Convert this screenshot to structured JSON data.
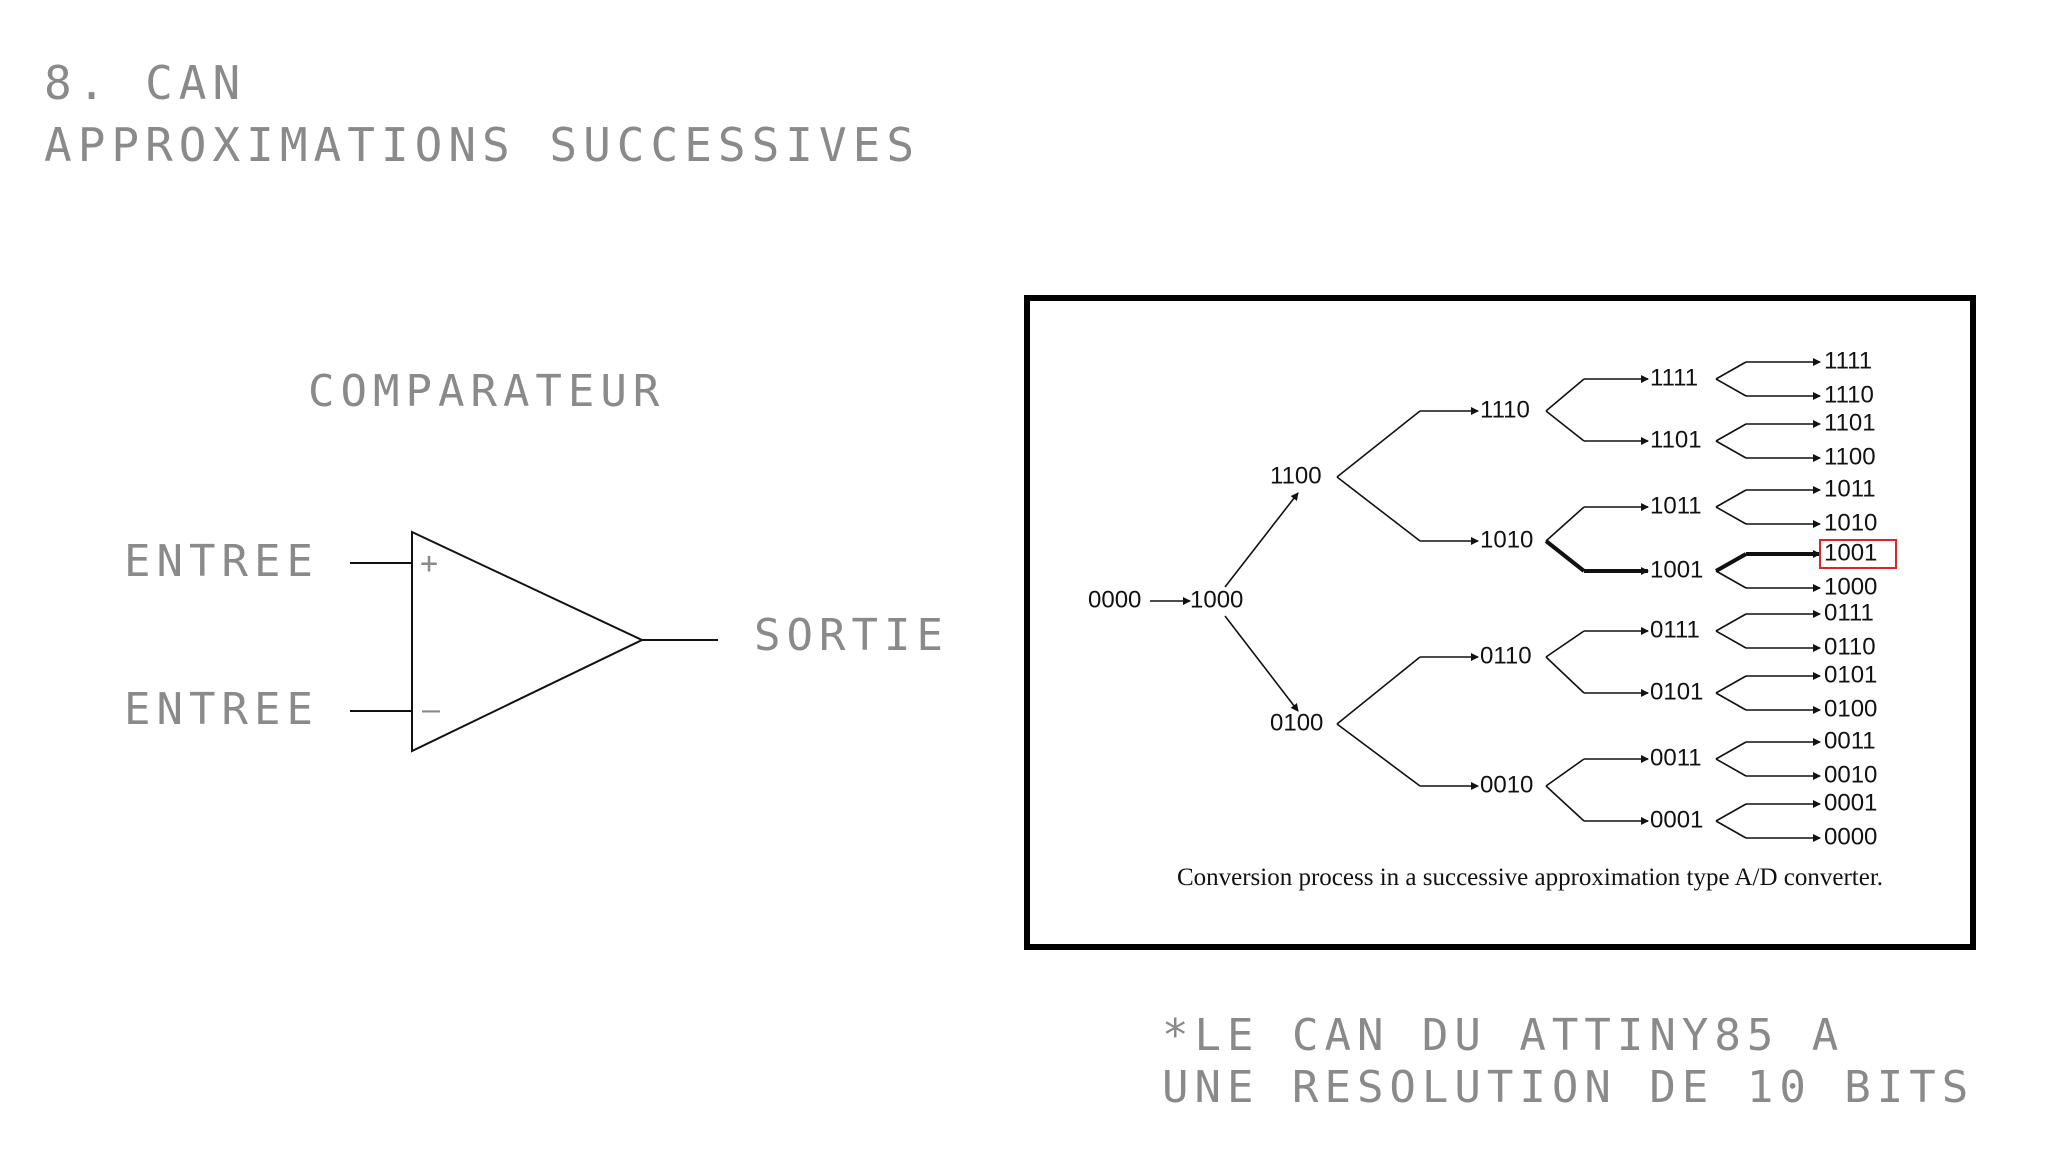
{
  "title": {
    "line1": "8. CAN",
    "line2": "APPROXIMATIONS SUCCESSIVES"
  },
  "comparator": {
    "label": "COMPARATEUR",
    "input_plus_label": "ENTREE",
    "input_minus_label": "ENTREE",
    "plus_sign": "+",
    "minus_sign": "–",
    "output_label": "SORTIE"
  },
  "figure": {
    "caption": "Conversion process in a successive approximation type A/D converter.",
    "start_node": "0000",
    "level1": [
      "1000"
    ],
    "level2": [
      "1100",
      "0100"
    ],
    "level3": [
      "1110",
      "1010",
      "0110",
      "0010"
    ],
    "level4": [
      "1111",
      "1101",
      "1011",
      "1001",
      "0111",
      "0101",
      "0011",
      "0001"
    ],
    "level5": [
      "1111",
      "1110",
      "1101",
      "1100",
      "1011",
      "1010",
      "1001",
      "1000",
      "0111",
      "0110",
      "0101",
      "0100",
      "0011",
      "0010",
      "0001",
      "0000"
    ],
    "highlighted_result": "1001",
    "highlight_color": "#d9262c"
  },
  "footnote": {
    "line1": "*LE CAN DU ATTINY85 A",
    "line2": "UNE RESOLUTION DE 10 BITS"
  }
}
